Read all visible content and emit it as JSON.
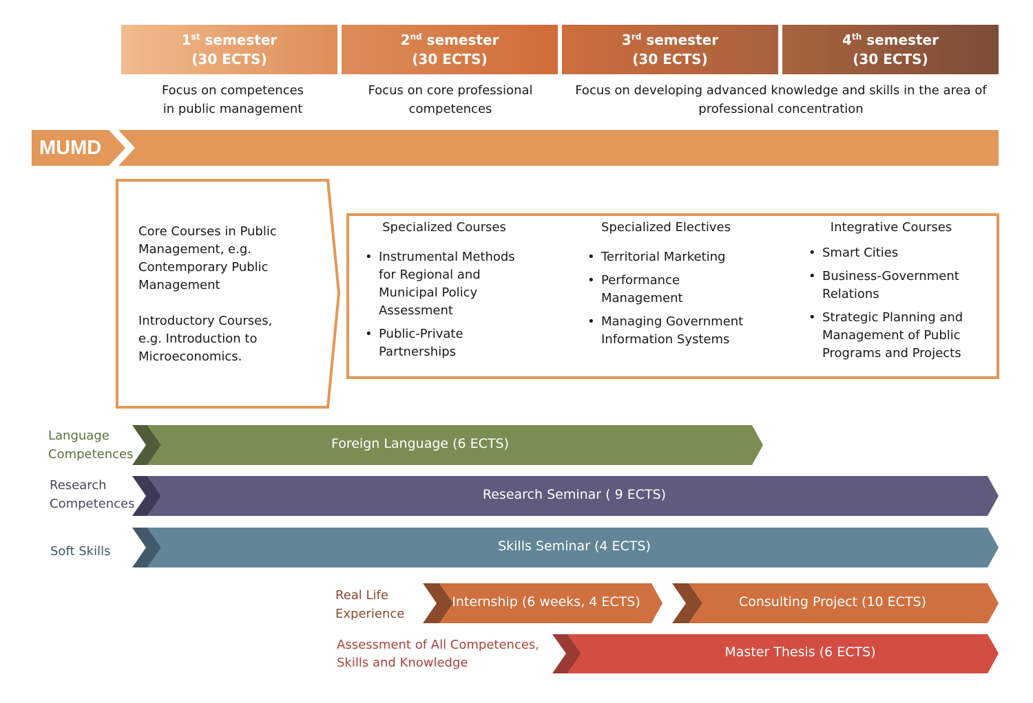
{
  "semesters": [
    {
      "num": "1",
      "suffix": "st",
      "word": "semester",
      "ects": "(30 ECTS)"
    },
    {
      "num": "2",
      "suffix": "nd",
      "word": "semester",
      "ects": "(30 ECTS)"
    },
    {
      "num": "3",
      "suffix": "rd",
      "word": "semester",
      "ects": "(30 ECTS)"
    },
    {
      "num": "4",
      "suffix": "th",
      "word": "semester",
      "ects": "(30 ECTS)"
    }
  ],
  "focus": {
    "first_line1": "Focus on competences",
    "first_line2": "in public management",
    "second_line1": "Focus on core professional",
    "second_line2": "competences",
    "third_line1": "Focus on developing advanced knowledge and skills in the area of",
    "third_line2": "professional concentration"
  },
  "program": {
    "name": "MUMD"
  },
  "core_box": {
    "line1": "Core Courses in Public",
    "line2": "Management, e.g.",
    "line3": "Contemporary Public",
    "line4": "Management",
    "line5": "Introductory Courses,",
    "line6": "e.g. Introduction to",
    "line7": "Microeconomics."
  },
  "columns": {
    "specialized": {
      "title": "Specialized Courses",
      "items": [
        "Instrumental Methods for Regional and Municipal Policy Assessment",
        "Public-Private Partnerships"
      ]
    },
    "electives": {
      "title": "Specialized Electives",
      "items": [
        "Territorial Marketing",
        "Performance Management",
        "Managing Government Information Systems"
      ]
    },
    "integrative": {
      "title": "Integrative Courses",
      "items": [
        "Smart Cities",
        "Business-Government Relations",
        "Strategic Planning and Management of Public Programs and Projects"
      ]
    }
  },
  "rows": {
    "language": {
      "label1": "Language",
      "label2": "Competences",
      "bar": "Foreign Language (6 ECTS)"
    },
    "research": {
      "label1": "Research",
      "label2": "Competences",
      "bar": "Research Seminar ( 9 ECTS)"
    },
    "soft": {
      "label1": "Soft Skills",
      "bar": "Skills Seminar (4 ECTS)"
    },
    "real": {
      "label1": "Real Life",
      "label2": "Experience",
      "bar1": "Internship (6 weeks, 4 ECTS)",
      "bar2": "Consulting Project (10 ECTS)"
    },
    "assessment": {
      "label1": "Assessment of All Competences,",
      "label2": "Skills and Knowledge",
      "bar": "Master Thesis (6 ECTS)"
    }
  },
  "colors": {
    "orange": "#e39758",
    "green": "#7a8e54",
    "purple": "#605a7e",
    "teal": "#628698",
    "brown_orange": "#d0703f",
    "red": "#d44d43"
  }
}
